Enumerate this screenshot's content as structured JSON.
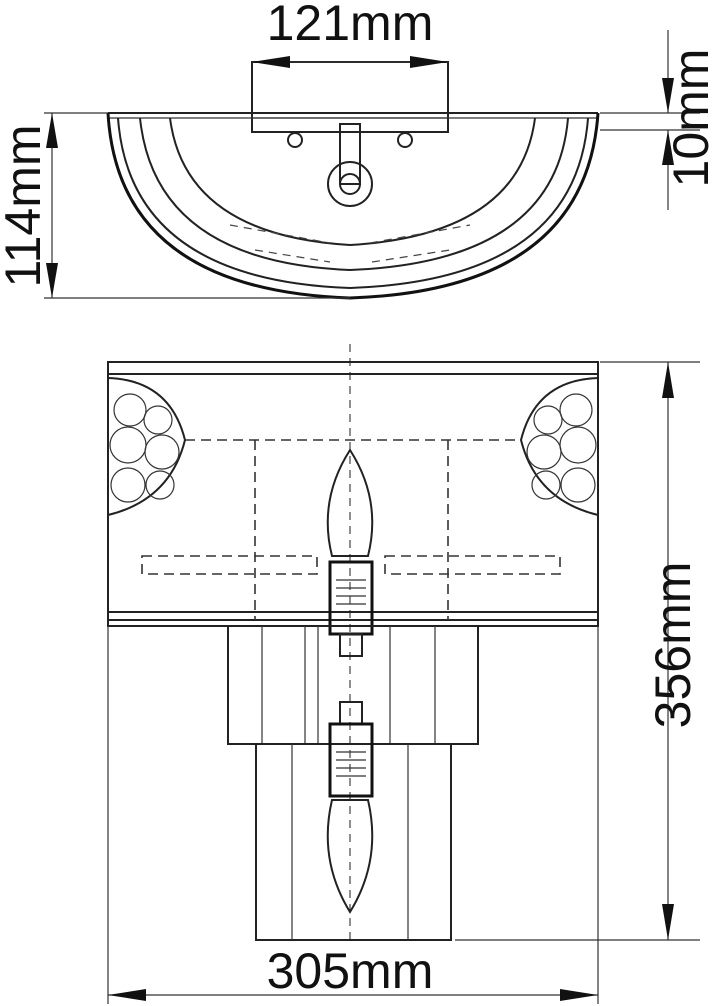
{
  "dimensions": {
    "top_width": "121mm",
    "top_right_height": "10mm",
    "top_left_depth": "114mm",
    "front_height": "356mm",
    "front_width": "305mm"
  }
}
